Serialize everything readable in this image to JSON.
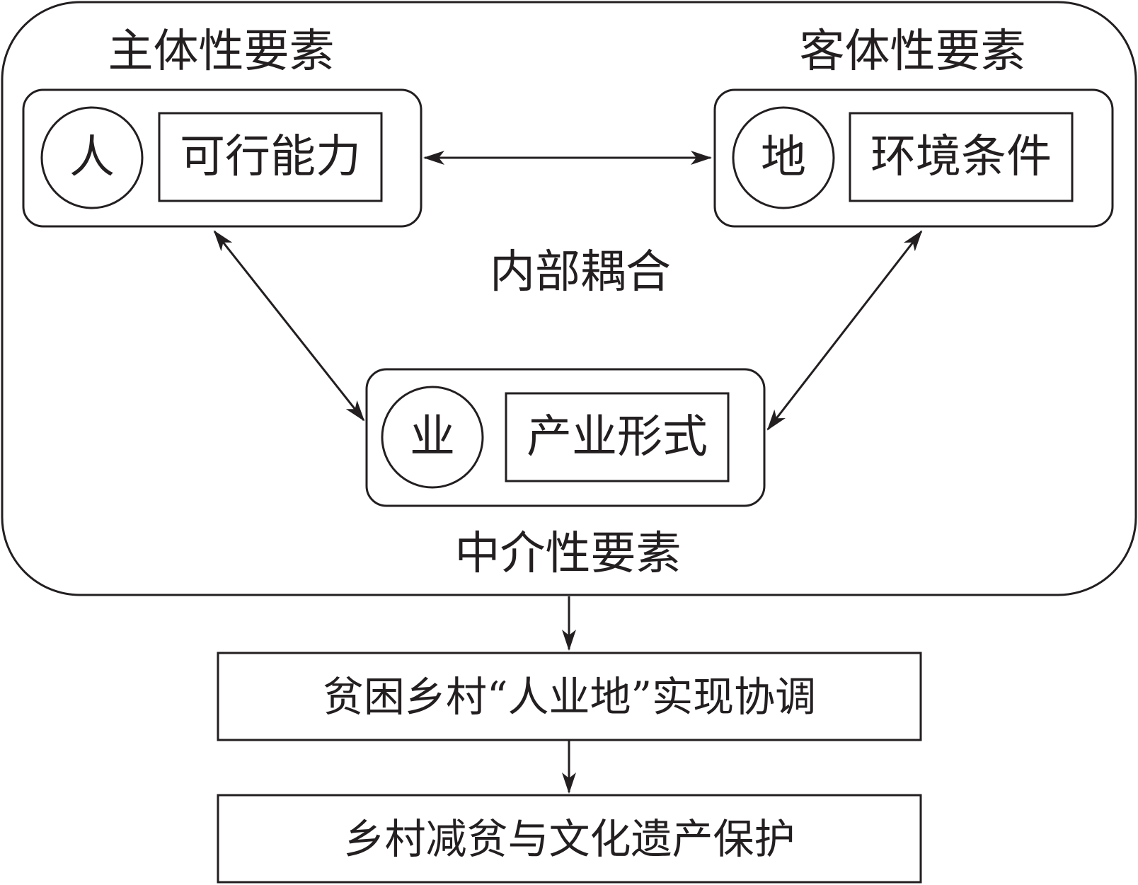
{
  "colors": {
    "ink": "#231f20",
    "background": "#ffffff"
  },
  "outer_group": {
    "subject_title": "主体性要素",
    "object_title": "客体性要素",
    "mediator_title": "中介性要素",
    "coupling_label": "内部耦合"
  },
  "nodes": {
    "person": {
      "circle": "人",
      "box": "可行能力"
    },
    "land": {
      "circle": "地",
      "box": "环境条件"
    },
    "industry": {
      "circle": "业",
      "box": "产业形式"
    }
  },
  "outcomes": {
    "first": "贫困乡村“人业地”实现协调",
    "second": "乡村减贫与文化遗产保护"
  }
}
